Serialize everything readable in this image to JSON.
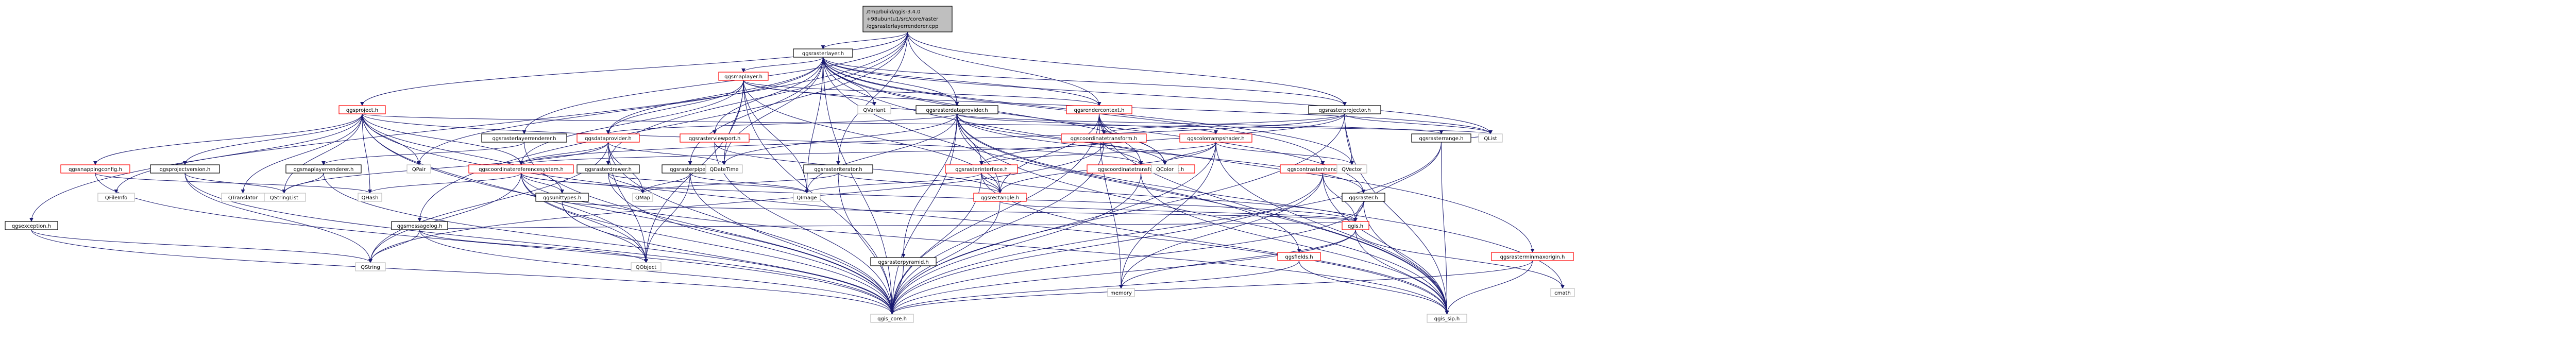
{
  "colors": {
    "root_fill": "#bfbfbf",
    "root_stroke": "#000000",
    "node_fill": "#ffffff",
    "node_stroke_black": "#000000",
    "node_stroke_red": "#ff0000",
    "node_stroke_gray": "#bfbfbf",
    "edge": "#191970"
  },
  "root": {
    "id": "root",
    "lines": [
      "/tmp/build/qgis-3.4.0",
      "+98ubuntu1/src/core/raster",
      "/qgsrasterlayerrenderer.cpp"
    ]
  },
  "nodes": [
    {
      "id": "qgsrasterlayer_h",
      "label": "qgsrasterlayer.h",
      "style": "black"
    },
    {
      "id": "qgsproject_h",
      "label": "qgsproject.h",
      "style": "red"
    },
    {
      "id": "qgsmaplayer_h",
      "label": "qgsmaplayer.h",
      "style": "red"
    },
    {
      "id": "qgsrasterdataprovider_h",
      "label": "qgsrasterdataprovider.h",
      "style": "black"
    },
    {
      "id": "qgsrendercontext_h",
      "label": "qgsrendercontext.h",
      "style": "red"
    },
    {
      "id": "qgsrasterprojector_h",
      "label": "qgsrasterprojector.h",
      "style": "black"
    },
    {
      "id": "qgsexception_h",
      "label": "qgsexception.h",
      "style": "black"
    },
    {
      "id": "qgsrasterlayerrenderer_h",
      "label": "qgsrasterlayerrenderer.h",
      "style": "black"
    },
    {
      "id": "qgsdataprovider_h",
      "label": "qgsdataprovider.h",
      "style": "red"
    },
    {
      "id": "qgsrasterviewport_h",
      "label": "qgsrasterviewport.h",
      "style": "red"
    },
    {
      "id": "qgsrasterrange_h",
      "label": "qgsrasterrange.h",
      "style": "black"
    },
    {
      "id": "qgscoordinatetransform_h",
      "label": "qgscoordinatetransform.h",
      "style": "red"
    },
    {
      "id": "qgscolorrampshader_h",
      "label": "qgscolorrampshader.h",
      "style": "red"
    },
    {
      "id": "qgssnappingconfig_h",
      "label": "qgssnappingconfig.h",
      "style": "red"
    },
    {
      "id": "qgsprojectversion_h",
      "label": "qgsprojectversion.h",
      "style": "black"
    },
    {
      "id": "qgsmaplayerrenderer_h",
      "label": "qgsmaplayerrenderer.h",
      "style": "black"
    },
    {
      "id": "qgscoordinatereferencesystem_h",
      "label": "qgscoordinatereferencesystem.h",
      "style": "red"
    },
    {
      "id": "qgsrasterdrawer_h",
      "label": "qgsrasterdrawer.h",
      "style": "black"
    },
    {
      "id": "qgsrasterpipe_h",
      "label": "qgsrasterpipe.h",
      "style": "black"
    },
    {
      "id": "qgsrasteriterator_h",
      "label": "qgsrasteriterator.h",
      "style": "black"
    },
    {
      "id": "qgsrasterinterface_h",
      "label": "qgsrasterinterface.h",
      "style": "red"
    },
    {
      "id": "qgscoordinatetransformcontext_h",
      "label": "qgscoordinatetransformcontext.h",
      "style": "red"
    },
    {
      "id": "qgscontrastenhancement_h",
      "label": "qgscontrastenhancement.h",
      "style": "red"
    },
    {
      "id": "qgsmessagelog_h",
      "label": "qgsmessagelog.h",
      "style": "black"
    },
    {
      "id": "qgsunittypes_h",
      "label": "qgsunittypes.h",
      "style": "black"
    },
    {
      "id": "qgsrectangle_h",
      "label": "qgsrectangle.h",
      "style": "red"
    },
    {
      "id": "qgsraster_h",
      "label": "qgsraster.h",
      "style": "black"
    },
    {
      "id": "qgis_h",
      "label": "qgis.h",
      "style": "red"
    },
    {
      "id": "qgsfields_h",
      "label": "qgsfields.h",
      "style": "red"
    },
    {
      "id": "qgsrasterminmaxorigin_h",
      "label": "qgsrasterminmaxorigin.h",
      "style": "red"
    },
    {
      "id": "qgsrasterpyramid_h",
      "label": "qgsrasterpyramid.h",
      "style": "black"
    },
    {
      "id": "qgis_core_h",
      "label": "qgis_core.h",
      "style": "gray"
    },
    {
      "id": "qgis_sip_h",
      "label": "qgis_sip.h",
      "style": "gray"
    },
    {
      "id": "QString",
      "label": "QString",
      "style": "gray"
    },
    {
      "id": "QObject",
      "label": "QObject",
      "style": "gray"
    },
    {
      "id": "QMap",
      "label": "QMap",
      "style": "gray"
    },
    {
      "id": "QHash",
      "label": "QHash",
      "style": "gray"
    },
    {
      "id": "QStringList",
      "label": "QStringList",
      "style": "gray"
    },
    {
      "id": "QImage",
      "label": "QImage",
      "style": "gray"
    },
    {
      "id": "QDateTime",
      "label": "QDateTime",
      "style": "gray"
    },
    {
      "id": "QVariant",
      "label": "QVariant",
      "style": "gray"
    },
    {
      "id": "QColor",
      "label": "QColor",
      "style": "gray"
    },
    {
      "id": "QVector",
      "label": "QVector",
      "style": "gray"
    },
    {
      "id": "QList",
      "label": "QList",
      "style": "gray"
    },
    {
      "id": "QPair",
      "label": "QPair",
      "style": "gray"
    },
    {
      "id": "QFileInfo",
      "label": "QFileInfo",
      "style": "gray"
    },
    {
      "id": "QTranslator",
      "label": "QTranslator",
      "style": "gray"
    },
    {
      "id": "memory",
      "label": "memory",
      "style": "gray"
    },
    {
      "id": "cmath",
      "label": "cmath",
      "style": "gray"
    }
  ],
  "edges": [
    [
      "root",
      "qgsrasterlayerrenderer_h"
    ],
    [
      "root",
      "qgsrasterlayer_h"
    ],
    [
      "root",
      "qgsexception_h"
    ],
    [
      "root",
      "qgsproject_h"
    ],
    [
      "root",
      "qgsrasterdataprovider_h"
    ],
    [
      "root",
      "qgsrasterdrawer_h"
    ],
    [
      "root",
      "qgsrasteriterator_h"
    ],
    [
      "root",
      "qgsrasterprojector_h"
    ],
    [
      "root",
      "qgsrendercontext_h"
    ],
    [
      "root",
      "qgsmessagelog_h"
    ],
    [
      "qgsrasterlayer_h",
      "qgsmaplayer_h"
    ],
    [
      "qgsrasterlayer_h",
      "qgsrasterdataprovider_h"
    ],
    [
      "qgsrasterlayer_h",
      "qgsrendercontext_h"
    ],
    [
      "qgsrasterlayer_h",
      "qgsrasterprojector_h"
    ],
    [
      "qgsrasterlayer_h",
      "qgsrasterviewport_h"
    ],
    [
      "qgsrasterlayer_h",
      "qgsrasterpipe_h"
    ],
    [
      "qgsrasterlayer_h",
      "qgsdataprovider_h"
    ],
    [
      "qgsrasterlayer_h",
      "qgscontrastenhancement_h"
    ],
    [
      "qgsrasterlayer_h",
      "qgsrasterminmaxorigin_h"
    ],
    [
      "qgsrasterlayer_h",
      "qgsraster_h"
    ],
    [
      "qgsrasterlayer_h",
      "qgis_core_h"
    ],
    [
      "qgsrasterlayer_h",
      "qgis_sip_h"
    ],
    [
      "qgsrasterlayer_h",
      "QColor"
    ],
    [
      "qgsrasterlayer_h",
      "QDateTime"
    ],
    [
      "qgsrasterlayer_h",
      "QVector"
    ],
    [
      "qgsrasterlayer_h",
      "QList"
    ],
    [
      "qgsrasterlayer_h",
      "QPair"
    ],
    [
      "qgsrasterlayer_h",
      "QImage"
    ],
    [
      "qgsrasterlayer_h",
      "QVariant"
    ],
    [
      "qgsmaplayer_h",
      "qgsdataprovider_h"
    ],
    [
      "qgsmaplayer_h",
      "qgsrendercontext_h"
    ],
    [
      "qgsmaplayer_h",
      "qgscoordinatereferencesystem_h"
    ],
    [
      "qgsmaplayer_h",
      "qgsrectangle_h"
    ],
    [
      "qgsmaplayer_h",
      "qgis_core_h"
    ],
    [
      "qgsmaplayer_h",
      "QDateTime"
    ],
    [
      "qgsmaplayer_h",
      "QVariant"
    ],
    [
      "qgsmaplayer_h",
      "QImage"
    ],
    [
      "qgsmaplayer_h",
      "QObject"
    ],
    [
      "qgsmaplayer_h",
      "QList"
    ],
    [
      "qgsrasterdataprovider_h",
      "qgsdataprovider_h"
    ],
    [
      "qgsrasterdataprovider_h",
      "qgsrasterinterface_h"
    ],
    [
      "qgsrasterdataprovider_h",
      "qgscolorrampshader_h"
    ],
    [
      "qgsrasterdataprovider_h",
      "qgsrasterpyramid_h"
    ],
    [
      "qgsrasterdataprovider_h",
      "qgsrasterrange_h"
    ],
    [
      "qgsrasterdataprovider_h",
      "qgsrectangle_h"
    ],
    [
      "qgsrasterdataprovider_h",
      "qgsraster_h"
    ],
    [
      "qgsrasterdataprovider_h",
      "qgsfields_h"
    ],
    [
      "qgsrasterdataprovider_h",
      "qgis_core_h"
    ],
    [
      "qgsrasterdataprovider_h",
      "qgis_sip_h"
    ],
    [
      "qgsrasterdataprovider_h",
      "QDateTime"
    ],
    [
      "qgsrasterdataprovider_h",
      "QVariant"
    ],
    [
      "qgsrasterdataprovider_h",
      "QImage"
    ],
    [
      "qgsrasterdataprovider_h",
      "cmath"
    ],
    [
      "qgsrasterdataprovider_h",
      "QColor"
    ],
    [
      "qgsrendercontext_h",
      "qgscoordinatetransform_h"
    ],
    [
      "qgsrendercontext_h",
      "qgscoordinatetransformcontext_h"
    ],
    [
      "qgsrendercontext_h",
      "qgsrectangle_h"
    ],
    [
      "qgsrendercontext_h",
      "qgis_core_h"
    ],
    [
      "qgsrendercontext_h",
      "qgis_sip_h"
    ],
    [
      "qgsrendercontext_h",
      "QColor"
    ],
    [
      "qgsrendercontext_h",
      "memory"
    ],
    [
      "qgsrasterprojector_h",
      "qgsrasterinterface_h"
    ],
    [
      "qgsrasterprojector_h",
      "qgscoordinatereferencesystem_h"
    ],
    [
      "qgsrasterprojector_h",
      "qgscoordinatetransform_h"
    ],
    [
      "qgsrasterprojector_h",
      "qgis_core_h"
    ],
    [
      "qgsrasterprojector_h",
      "qgis_sip_h"
    ],
    [
      "qgsrasterprojector_h",
      "QVector"
    ],
    [
      "qgsrasterprojector_h",
      "QList"
    ],
    [
      "qgsexception_h",
      "qgis_core_h"
    ],
    [
      "qgsexception_h",
      "QString"
    ],
    [
      "qgsrasterlayerrenderer_h",
      "qgsmaplayerrenderer_h"
    ],
    [
      "qgsrasterlayerrenderer_h",
      "qgis_core_h"
    ],
    [
      "qgsproject_h",
      "qgssnappingconfig_h"
    ],
    [
      "qgsproject_h",
      "qgsprojectversion_h"
    ],
    [
      "qgsproject_h",
      "qgsunittypes_h"
    ],
    [
      "qgsproject_h",
      "qgscoordinatereferencesystem_h"
    ],
    [
      "qgsproject_h",
      "qgscoordinatetransformcontext_h"
    ],
    [
      "qgsproject_h",
      "qgis_core_h"
    ],
    [
      "qgsproject_h",
      "qgis_sip_h"
    ],
    [
      "qgsproject_h",
      "QObject"
    ],
    [
      "qgsproject_h",
      "QHash"
    ],
    [
      "qgsproject_h",
      "QList"
    ],
    [
      "qgsproject_h",
      "QPair"
    ],
    [
      "qgsproject_h",
      "QFileInfo"
    ],
    [
      "qgsproject_h",
      "QStringList"
    ],
    [
      "qgsproject_h",
      "QTranslator"
    ],
    [
      "qgsmaplayerrenderer_h",
      "qgis_core_h"
    ],
    [
      "qgsmaplayerrenderer_h",
      "QStringList"
    ],
    [
      "qgsdataprovider_h",
      "qgscoordinatereferencesystem_h"
    ],
    [
      "qgsdataprovider_h",
      "qgis_core_h"
    ],
    [
      "qgsdataprovider_h",
      "QDateTime"
    ],
    [
      "qgsdataprovider_h",
      "QObject"
    ],
    [
      "qgsdataprovider_h",
      "QString"
    ],
    [
      "qgsdataprovider_h",
      "QStringList"
    ],
    [
      "qgsdataprovider_h",
      "QMap"
    ],
    [
      "qgsrasterviewport_h",
      "qgsrectangle_h"
    ],
    [
      "qgsrasterviewport_h",
      "qgis_core_h"
    ],
    [
      "qgsrasterrange_h",
      "qgis_core_h"
    ],
    [
      "qgsrasterrange_h",
      "qgis_sip_h"
    ],
    [
      "qgsrasterrange_h",
      "qgis_h"
    ],
    [
      "qgsrasterrange_h",
      "QList"
    ],
    [
      "qgscoordinatetransform_h",
      "qgscoordinatereferencesystem_h"
    ],
    [
      "qgscoordinatetransform_h",
      "qgscoordinatetransformcontext_h"
    ],
    [
      "qgscoordinatetransform_h",
      "qgis_core_h"
    ],
    [
      "qgscoordinatetransform_h",
      "QString"
    ],
    [
      "qgscolorrampshader_h",
      "qgsrasterinterface_h"
    ],
    [
      "qgscolorrampshader_h",
      "qgsrectangle_h"
    ],
    [
      "qgscolorrampshader_h",
      "qgis_core_h"
    ],
    [
      "qgscolorrampshader_h",
      "qgis_sip_h"
    ],
    [
      "qgscolorrampshader_h",
      "QColor"
    ],
    [
      "qgscolorrampshader_h",
      "QVector"
    ],
    [
      "qgscolorrampshader_h",
      "memory"
    ],
    [
      "qgssnappingconfig_h",
      "qgis_core_h"
    ],
    [
      "qgssnappingconfig_h",
      "QHash"
    ],
    [
      "qgsprojectversion_h",
      "qgis_core_h"
    ],
    [
      "qgsprojectversion_h",
      "QString"
    ],
    [
      "qgsprojectversion_h",
      "QStringList"
    ],
    [
      "qgscoordinatereferencesystem_h",
      "qgsunittypes_h"
    ],
    [
      "qgscoordinatereferencesystem_h",
      "qgis_core_h"
    ],
    [
      "qgscoordinatereferencesystem_h",
      "qgis_sip_h"
    ],
    [
      "qgscoordinatereferencesystem_h",
      "QString"
    ],
    [
      "qgscoordinatereferencesystem_h",
      "QMap"
    ],
    [
      "qgscoordinatereferencesystem_h",
      "QHash"
    ],
    [
      "qgscoordinatereferencesystem_h",
      "QObject"
    ],
    [
      "qgscoordinatereferencesystem_h",
      "qgis_h"
    ],
    [
      "qgsrasterdrawer_h",
      "qgis_core_h"
    ],
    [
      "qgsrasterdrawer_h",
      "QMap"
    ],
    [
      "qgsrasterdrawer_h",
      "QImage"
    ],
    [
      "qgsrasterpipe_h",
      "qgis_core_h"
    ],
    [
      "qgsrasterpipe_h",
      "QImage"
    ],
    [
      "qgsrasterpipe_h",
      "QObject"
    ],
    [
      "qgsrasterpipe_h",
      "QMap"
    ],
    [
      "qgsrasteriterator_h",
      "qgsrectangle_h"
    ],
    [
      "qgsrasteriterator_h",
      "qgis_core_h"
    ],
    [
      "qgsrasteriterator_h",
      "QMap"
    ],
    [
      "qgsrasterinterface_h",
      "qgsrectangle_h"
    ],
    [
      "qgsrasterinterface_h",
      "qgis_core_h"
    ],
    [
      "qgsrasterinterface_h",
      "qgis_sip_h"
    ],
    [
      "qgsrasterinterface_h",
      "QImage"
    ],
    [
      "qgsrasterinterface_h",
      "qgis_h"
    ],
    [
      "qgscoordinatetransformcontext_h",
      "qgis_core_h"
    ],
    [
      "qgscoordinatetransformcontext_h",
      "qgis_sip_h"
    ],
    [
      "qgscontrastenhancement_h",
      "qgis_core_h"
    ],
    [
      "qgscontrastenhancement_h",
      "qgis_sip_h"
    ],
    [
      "qgscontrastenhancement_h",
      "memory"
    ],
    [
      "qgscontrastenhancement_h",
      "qgis_h"
    ],
    [
      "qgsmessagelog_h",
      "qgis_core_h"
    ],
    [
      "qgsmessagelog_h",
      "QString"
    ],
    [
      "qgsmessagelog_h",
      "QObject"
    ],
    [
      "qgsmessagelog_h",
      "qgis_h"
    ],
    [
      "qgsunittypes_h",
      "qgis_core_h"
    ],
    [
      "qgsunittypes_h",
      "QObject"
    ],
    [
      "qgsunittypes_h",
      "qgis_h"
    ],
    [
      "qgsrectangle_h",
      "qgis_core_h"
    ],
    [
      "qgsrectangle_h",
      "qgis_h"
    ],
    [
      "qgsraster_h",
      "qgis_core_h"
    ],
    [
      "qgsraster_h",
      "qgis_sip_h"
    ],
    [
      "qgsraster_h",
      "qgis_h"
    ],
    [
      "qgis_h",
      "qgis_core_h"
    ],
    [
      "qgis_h",
      "qgis_sip_h"
    ],
    [
      "qgis_h",
      "cmath"
    ],
    [
      "qgis_h",
      "memory"
    ],
    [
      "qgsfields_h",
      "qgis_core_h"
    ],
    [
      "qgsfields_h",
      "qgis_sip_h"
    ],
    [
      "qgsrasterminmaxorigin_h",
      "qgis_core_h"
    ],
    [
      "qgsrasterminmaxorigin_h",
      "qgis_sip_h"
    ],
    [
      "qgsrasterpyramid_h",
      "qgis_core_h"
    ]
  ]
}
